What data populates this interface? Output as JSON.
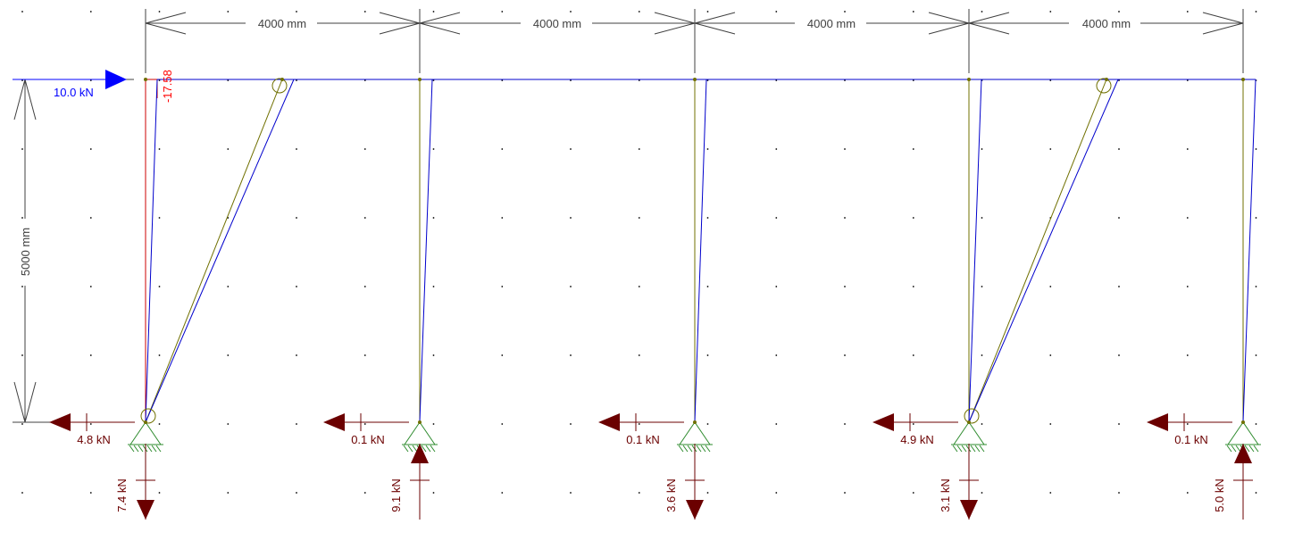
{
  "dimensions": {
    "top_spans": [
      "4000 mm",
      "4000 mm",
      "4000 mm",
      "4000 mm"
    ],
    "height": "5000 mm"
  },
  "applied_load": {
    "label": "10.0 kN",
    "color": "#0000ff"
  },
  "moment_label": {
    "text": "-17.58",
    "color": "#ff0000"
  },
  "supports": [
    {
      "horizontal": "4.8 kN",
      "vertical": "7.4 kN",
      "vertical_dir": "down"
    },
    {
      "horizontal": "0.1 kN",
      "vertical": "9.1 kN",
      "vertical_dir": "up"
    },
    {
      "horizontal": "0.1 kN",
      "vertical": "3.6 kN",
      "vertical_dir": "down"
    },
    {
      "horizontal": "4.9 kN",
      "vertical": "3.1 kN",
      "vertical_dir": "down"
    },
    {
      "horizontal": "0.1 kN",
      "vertical": "5.0 kN",
      "vertical_dir": "up"
    }
  ],
  "colors": {
    "member": "#707000",
    "deformed": "#0000cc",
    "reaction": "#6b0000",
    "support": "#2e8b2e",
    "dimension": "#404040",
    "grid_dot": "#000000"
  },
  "icons": {
    "support": "pinned-support-icon",
    "hinge": "hinge-circle-icon",
    "load_arrow": "arrow-right-icon"
  }
}
